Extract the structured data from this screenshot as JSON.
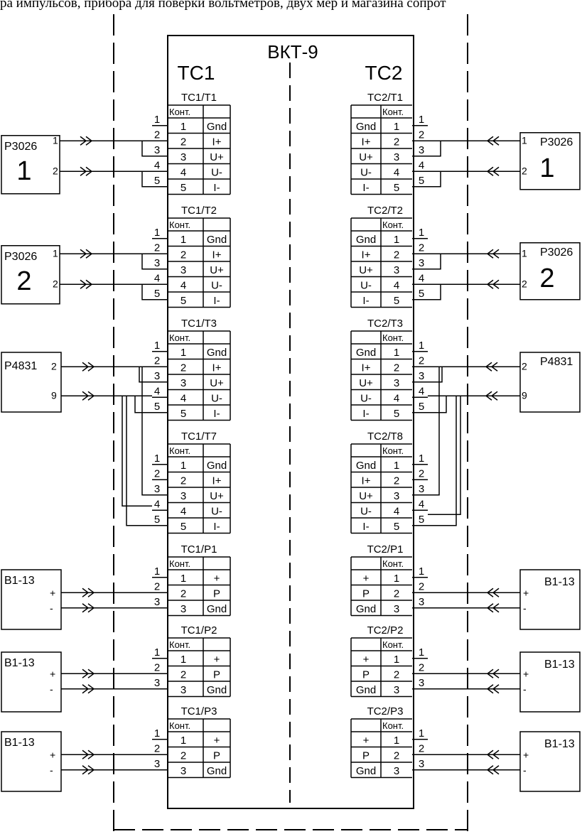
{
  "caption": "ра импульсов, прибора для поверки вольтметров, двух мер и магазина сопрот",
  "title": "ВКТ-9",
  "left_side_label": "ТС1",
  "right_side_label": "ТС2",
  "col_header": "Конт.",
  "pin_labels": {
    "T": [
      "Gnd",
      "I+",
      "U+",
      "U-",
      "I-"
    ],
    "P": [
      "+",
      "P",
      "Gnd"
    ]
  },
  "wire_numbers": [
    "1",
    "2",
    "3",
    "4",
    "5"
  ],
  "left_connectors": [
    "ТС1/Т1",
    "ТС1/Т2",
    "ТС1/Т3",
    "ТС1/Т7",
    "ТС1/Р1",
    "ТС1/Р2",
    "ТС1/Р3"
  ],
  "right_connectors": [
    "ТС2/Т1",
    "ТС2/Т2",
    "ТС2/Т3",
    "ТС2/Т8",
    "ТС2/Р1",
    "ТС2/Р2",
    "ТС2/Р3"
  ],
  "devices": {
    "p3026": {
      "name": "Р3026",
      "pins": [
        "1",
        "2"
      ],
      "numbers": [
        "1",
        "2"
      ]
    },
    "p4831": {
      "name": "Р4831",
      "pins": [
        "2",
        "9"
      ]
    },
    "b113": {
      "name": "В1-13",
      "pins": [
        "+",
        "-"
      ]
    }
  }
}
